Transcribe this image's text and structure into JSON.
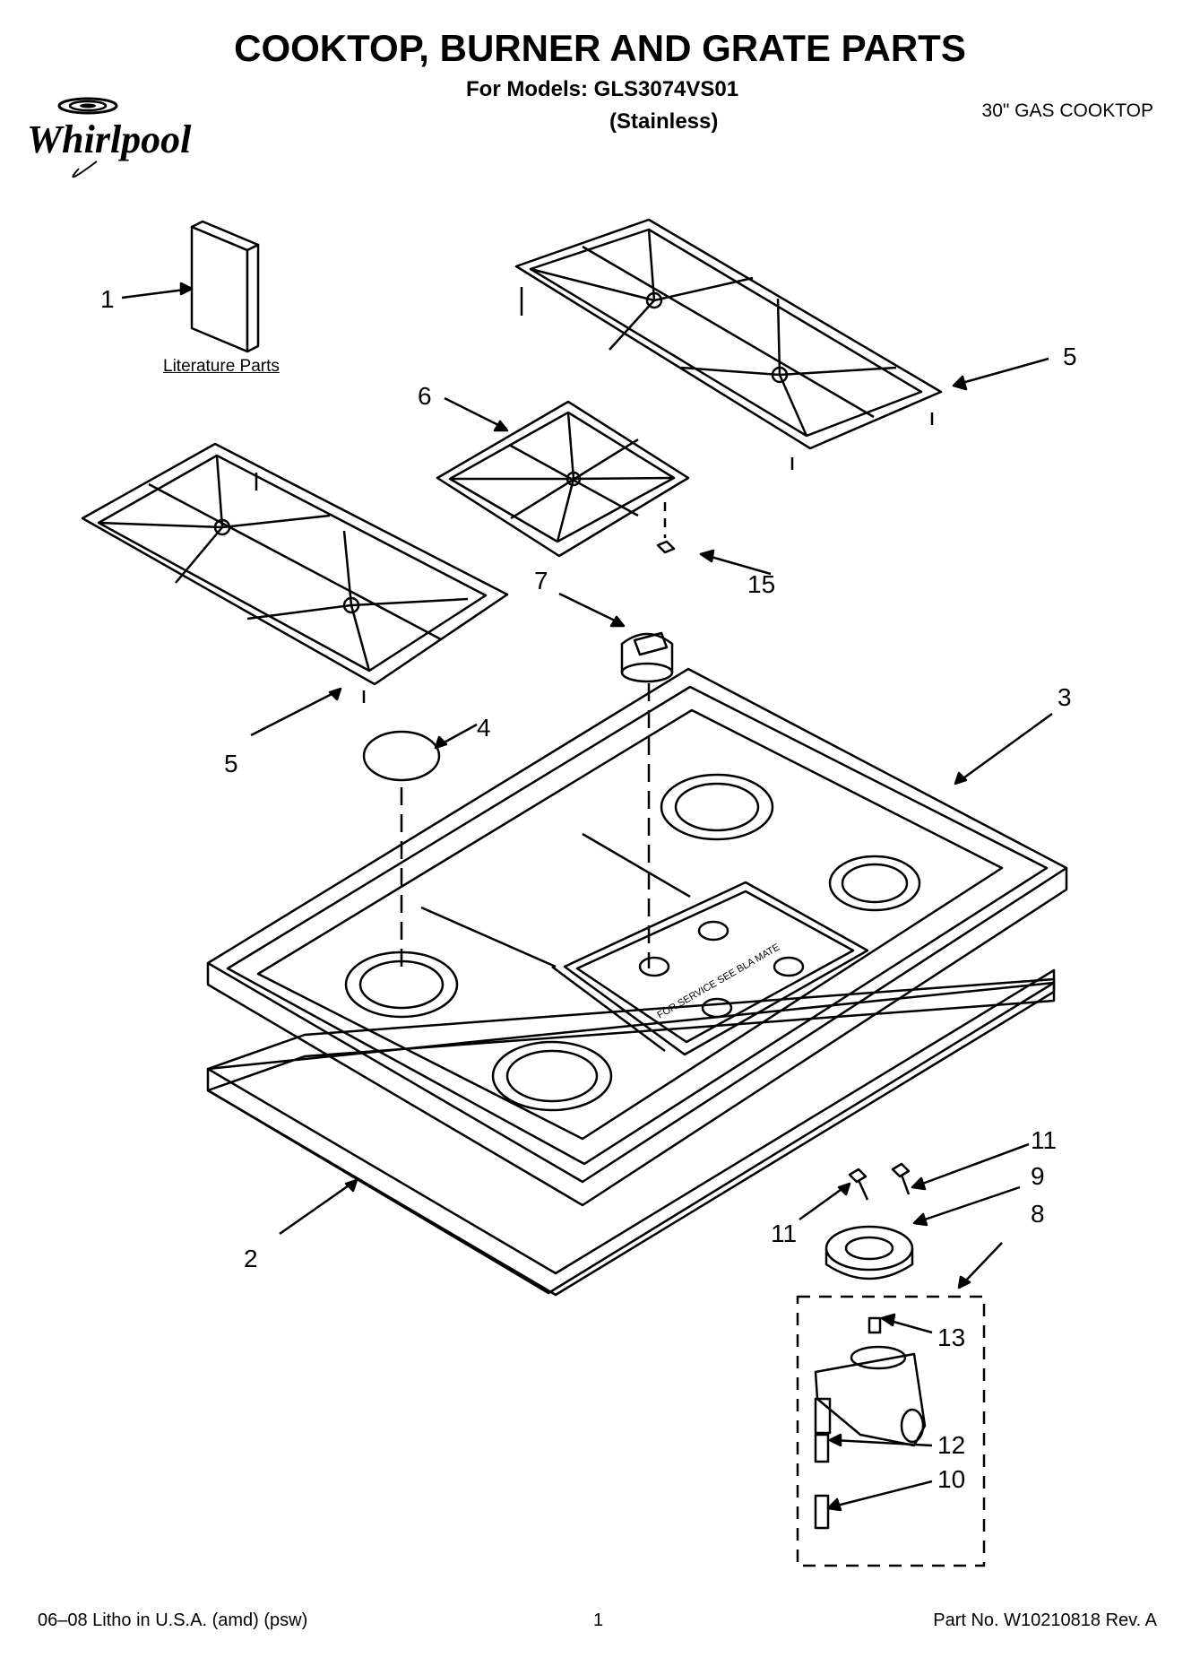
{
  "header": {
    "title": "COOKTOP, BURNER AND GRATE PARTS",
    "models_line": "For Models: GLS3074VS01",
    "finish": "(Stainless)",
    "cooktop_type": "30\" GAS COOKTOP",
    "brand": "Whirlpool"
  },
  "literature_label": "Literature Parts",
  "panel_text": "FOR SERVICE SEE BLA MATE",
  "callouts": {
    "c1": "1",
    "c2": "2",
    "c3": "3",
    "c4": "4",
    "c5a": "5",
    "c5b": "5",
    "c6": "6",
    "c7": "7",
    "c8": "8",
    "c9": "9",
    "c10": "10",
    "c11a": "11",
    "c11b": "11",
    "c12": "12",
    "c13": "13",
    "c15": "15"
  },
  "footer": {
    "left": "06–08 Litho in U.S.A. (amd) (psw)",
    "page": "1",
    "part_no": "Part No. W10210818 Rev. A"
  }
}
